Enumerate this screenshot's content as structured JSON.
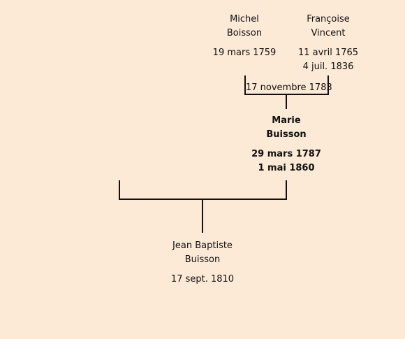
{
  "father": {
    "first_name": "Michel",
    "last_name": "Boisson",
    "birth": "19 mars 1759",
    "death": ""
  },
  "mother": {
    "first_name": "Françoise",
    "last_name": "Vincent",
    "birth": "11 avril 1765",
    "death": "4 juil. 1836"
  },
  "parents_marriage": "17 novembre 1783",
  "root": {
    "first_name": "Marie",
    "last_name": "Buisson",
    "birth": "29 mars 1787",
    "death": "1 mai 1860"
  },
  "child": {
    "first_name": "Jean Baptiste",
    "last_name": "Buisson",
    "birth": "17 sept. 1810",
    "death": ""
  },
  "colors": {
    "background": "#fce9d6",
    "line": "#111111"
  }
}
